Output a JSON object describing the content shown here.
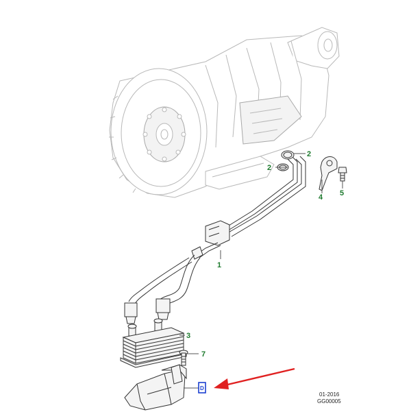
{
  "callouts": [
    {
      "id": "1",
      "label": "1"
    },
    {
      "id": "2a",
      "label": "2"
    },
    {
      "id": "2b",
      "label": "2"
    },
    {
      "id": "3",
      "label": "3"
    },
    {
      "id": "4",
      "label": "4"
    },
    {
      "id": "5",
      "label": "5"
    },
    {
      "id": "7",
      "label": "7"
    }
  ],
  "marker": {
    "label": "D"
  },
  "stamp": {
    "date": "01-2016",
    "code": "GG00005"
  },
  "colors": {
    "callout": "#1e7a2e",
    "arrow": "#e02020",
    "marker": "#1a3fd0"
  }
}
